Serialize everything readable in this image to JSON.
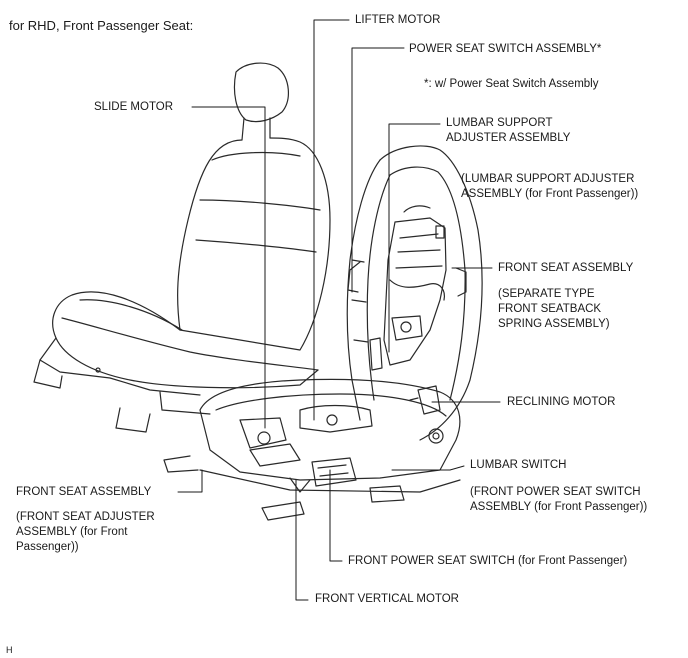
{
  "title": "for RHD, Front Passenger Seat:",
  "footer_code": "H",
  "labels": {
    "lifter_motor": "LIFTER MOTOR",
    "power_seat_switch_assembly": "POWER SEAT SWITCH ASSEMBLY*",
    "footnote": "*: w/ Power Seat Switch Assembly",
    "slide_motor": "SLIDE MOTOR",
    "lumbar_support_adjuster_assembly": "LUMBAR SUPPORT\nADJUSTER ASSEMBLY",
    "lumbar_support_adjuster_note": "(LUMBAR SUPPORT ADJUSTER\nASSEMBLY (for Front Passenger))",
    "front_seat_assembly_right": "FRONT SEAT ASSEMBLY",
    "separate_type_note": "(SEPARATE TYPE\nFRONT SEATBACK\nSPRING ASSEMBLY)",
    "reclining_motor": "RECLINING MOTOR",
    "lumbar_switch": "LUMBAR SWITCH",
    "front_power_seat_switch_note": "(FRONT POWER SEAT SWITCH\nASSEMBLY (for Front Passenger))",
    "front_seat_assembly_left": "FRONT SEAT ASSEMBLY",
    "front_seat_adjuster_note": "(FRONT SEAT ADJUSTER\nASSEMBLY (for Front\nPassenger))",
    "front_power_seat_switch": "FRONT POWER SEAT SWITCH (for Front Passenger)",
    "front_vertical_motor": "FRONT VERTICAL MOTOR"
  }
}
